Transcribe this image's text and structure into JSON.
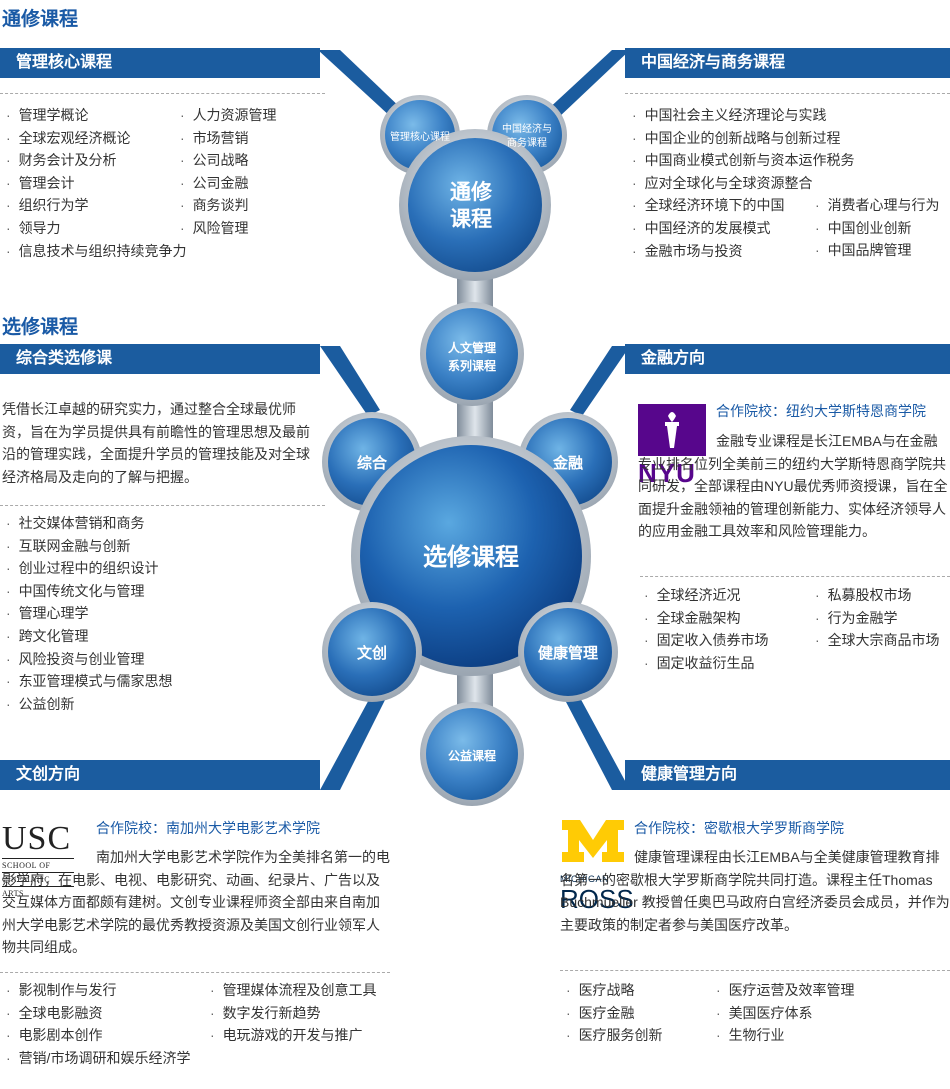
{
  "required": {
    "title": "通修课程"
  },
  "elective": {
    "title": "选修课程"
  },
  "mgmt_core": {
    "header": "管理核心课程",
    "col1": [
      "管理学概论",
      "全球宏观经济概论",
      "财务会计及分析",
      "管理会计",
      "组织行为学",
      "领导力",
      "信息技术与组织持续竞争力"
    ],
    "col2": [
      "人力资源管理",
      "市场营销",
      "公司战略",
      "公司金融",
      "商务谈判",
      "风险管理"
    ]
  },
  "china_econ": {
    "header": "中国经济与商务课程",
    "col1": [
      "中国社会主义经济理论与实践",
      "中国企业的创新战略与创新过程",
      "中国商业模式创新与资本运作税务",
      "应对全球化与全球资源整合",
      "全球经济环境下的中国",
      "中国经济的发展模式",
      "金融市场与投资"
    ],
    "col2": [
      "消费者心理与行为",
      "中国创业创新",
      "中国品牌管理"
    ]
  },
  "general_elective": {
    "header": "综合类选修课",
    "intro": "凭借长江卓越的研究实力，通过整合全球最优师资，旨在为学员提供具有前瞻性的管理思想及最前沿的管理实践，全面提升学员的管理技能及对全球经济格局及走向的了解与把握。",
    "items": [
      "社交媒体营销和商务",
      "互联网金融与创新",
      "创业过程中的组织设计",
      "中国传统文化与管理",
      "管理心理学",
      "跨文化管理",
      "风险投资与创业管理",
      "东亚管理模式与儒家思想",
      "公益创新"
    ]
  },
  "finance": {
    "header": "金融方向",
    "partner": "合作院校：纽约大学斯特恩商学院",
    "logo_text": "NYU",
    "desc": "金融专业课程是长江EMBA与在金融专业排名位列全美前三的纽约大学斯特恩商学院共同研发，全部课程由NYU最优秀师资授课，旨在全面提升金融领袖的管理创新能力、实体经济领导人的应用金融工具效率和风险管理能力。",
    "col1": [
      "全球经济近况",
      "全球金融架构",
      "固定收入债券市场",
      "固定收益衍生品"
    ],
    "col2": [
      "私募股权市场",
      "行为金融学",
      "全球大宗商品市场"
    ]
  },
  "creative": {
    "header": "文创方向",
    "partner": "合作院校：南加州大学电影艺术学院",
    "logo_text": "USC",
    "logo_sub": [
      "SCHOOL OF",
      "CINEMATIC",
      "ARTS"
    ],
    "desc": "南加州大学电影艺术学院作为全美排名第一的电影学府，在电影、电视、电影研究、动画、纪录片、广告以及交互媒体方面都颇有建树。文创专业课程师资全部由来自南加州大学电影艺术学院的最优秀教授资源及美国文创行业领军人物共同组成。",
    "col1": [
      "影视制作与发行",
      "全球电影融资",
      "电影剧本创作",
      "营销/市场调研和娱乐经济学"
    ],
    "col2": [
      "管理媒体流程及创意工具",
      "数字发行新趋势",
      "电玩游戏的开发与推广"
    ]
  },
  "health": {
    "header": "健康管理方向",
    "partner": "合作院校：密歇根大学罗斯商学院",
    "logo_text": [
      "MICHIGAN",
      "ROSS"
    ],
    "desc": "健康管理课程由长江EMBA与全美健康管理教育排名第一的密歇根大学罗斯商学院共同打造。课程主任Thomas Buchmueller 教授曾任奥巴马政府白宫经济委员会成员，并作为主要政策的制定者参与美国医疗改革。",
    "col1": [
      "医疗战略",
      "医疗金融",
      "医疗服务创新"
    ],
    "col2": [
      "医疗运营及效率管理",
      "美国医疗体系",
      "生物行业"
    ]
  },
  "diagram": {
    "small_mgmt": "管理核心课程",
    "small_china": [
      "中国经济与",
      "商务课程"
    ],
    "required_center": [
      "通修",
      "课程"
    ],
    "humanities": [
      "人文管理",
      "系列课程"
    ],
    "elective_center": "选修课程",
    "general": "综合",
    "finance": "金融",
    "creative": "文创",
    "health": "健康管理",
    "charity": "公益课程"
  },
  "colors": {
    "brand_blue": "#1b5c9f",
    "nyu_purple": "#57068c",
    "michigan_maize": "#ffcb05"
  }
}
